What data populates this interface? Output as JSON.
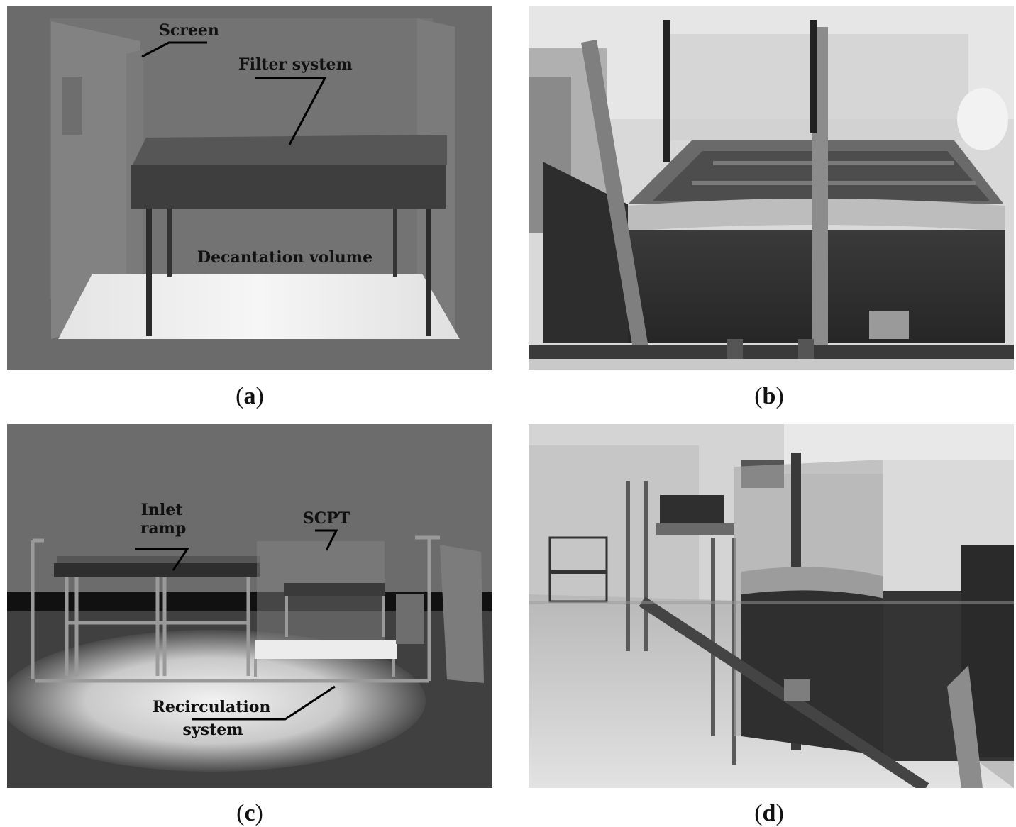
{
  "panels": {
    "a": {
      "caption_letter": "a",
      "labels": {
        "screen": "Screen",
        "filter": "Filter system",
        "decantation": "Decantation volume"
      }
    },
    "b": {
      "caption_letter": "b"
    },
    "c": {
      "caption_letter": "c",
      "labels": {
        "inlet_line1": "Inlet",
        "inlet_line2": "ramp",
        "scpt": "SCPT",
        "recirc_line1": "Recirculation",
        "recirc_line2": "system"
      }
    },
    "d": {
      "caption_letter": "d"
    }
  }
}
